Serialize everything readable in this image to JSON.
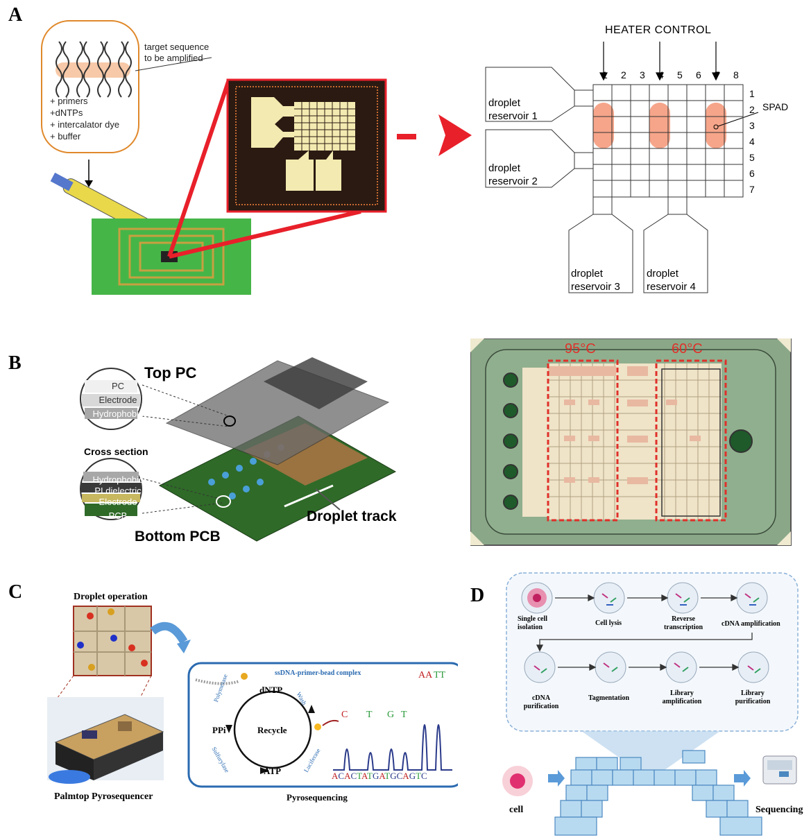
{
  "panels": {
    "A": {
      "letter": "A",
      "reagent_labels": [
        "+ primers",
        "+dNTPs",
        "+ intercalator dye",
        "+ buffer"
      ],
      "target_label_line1": "target sequence",
      "target_label_line2": "to be amplified",
      "heater_control": "HEATER CONTROL",
      "column_numbers": [
        "1",
        "2",
        "3",
        "4",
        "5",
        "6",
        "7",
        "8"
      ],
      "row_numbers": [
        "1",
        "2",
        "3",
        "4",
        "5",
        "6",
        "7"
      ],
      "spad_label": "SPAD",
      "reservoirs": [
        {
          "line1": "droplet",
          "line2": "reservoir 1"
        },
        {
          "line1": "droplet",
          "line2": "reservoir 2"
        },
        {
          "line1": "droplet",
          "line2": "reservoir 3"
        },
        {
          "line1": "droplet",
          "line2": "reservoir 4"
        }
      ],
      "colors": {
        "heater": "#f6a58a",
        "arrow": "#e8202a",
        "chip_bg": "#2a1a12",
        "chip_pad": "#f2eab0"
      }
    },
    "B": {
      "letter": "B",
      "top_pc": "Top PC",
      "cross_section_top": [
        "PC",
        "Electrode",
        "Hydrophobic"
      ],
      "cross_section_label": "Cross section",
      "cross_section_bottom": [
        "Hydrophobic",
        "PI dielectric",
        "Electrode",
        "PCB"
      ],
      "bottom_pcb": "Bottom PCB",
      "droplet_track": "Droplet track",
      "temp1": "95°C",
      "temp2": "60°C",
      "colors": {
        "board": "#8aa888",
        "zone_border": "#e0302a",
        "pad": "#efe3c8",
        "pad_salmon": "#e8b8a0",
        "temp_text": "#e0302a"
      }
    },
    "C": {
      "letter": "C",
      "droplet_operation": "Droplet operation",
      "palmtop": "Palmtop Pyrosequencer",
      "complex_label": "ssDNA-primer-bead complex",
      "cycle_nodes": {
        "dntp": "dNTP",
        "ppi": "PPi",
        "atp": "ATP",
        "center": "Recycle"
      },
      "enzymes": {
        "polymerase": "Polymerase",
        "sulfurylase": "Sulfurylase",
        "luciferase": "Luciferase",
        "wash": "Wash"
      },
      "peak_letters": [
        "C",
        "T",
        "G",
        "T",
        "AA",
        "TT"
      ],
      "sequence": [
        "A",
        "C",
        "A",
        "C",
        "T",
        "A",
        "T",
        "G",
        "A",
        "T",
        "G",
        "C",
        "A",
        "G",
        "T",
        "C"
      ],
      "pyrosequencing": "Pyrosequencing"
    },
    "D": {
      "letter": "D",
      "steps_row1": [
        "Single cell isolation",
        "Cell lysis",
        "Reverse transcription",
        "cDNA amplification"
      ],
      "steps_row2": [
        "cDNA purification",
        "Tagmentation",
        "Library amplification",
        "Library purification"
      ],
      "cell_label": "cell",
      "sequencing_label": "Sequencing"
    }
  }
}
